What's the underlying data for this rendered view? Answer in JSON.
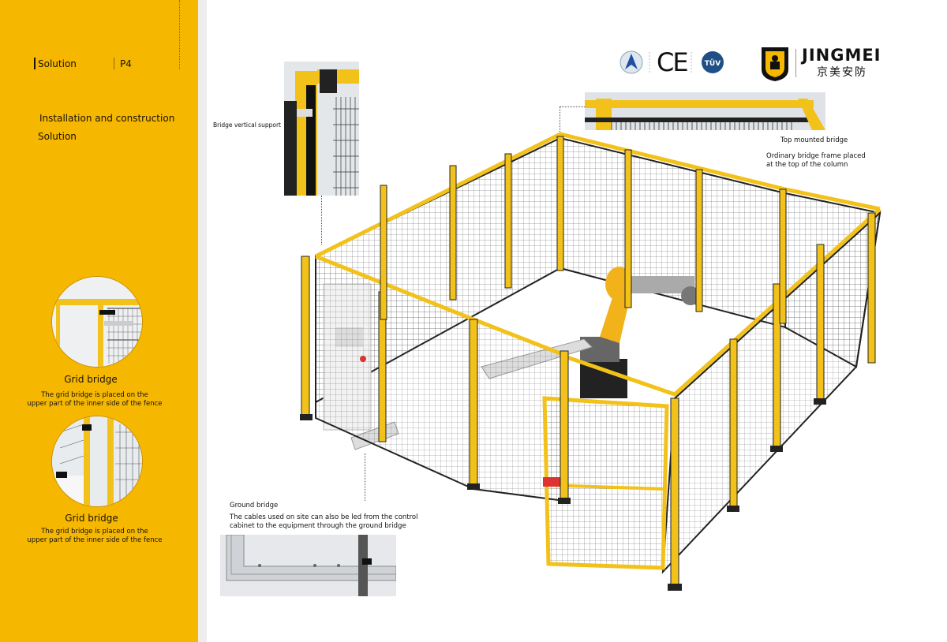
{
  "sidebar": {
    "section": "Solution",
    "page": "P4",
    "heading_line1": "Installation and construction",
    "heading_line2": "Solution",
    "items": [
      {
        "title": "Grid bridge",
        "desc_line1": "The grid bridge is placed on the",
        "desc_line2": "upper part of the inner side of the fence"
      },
      {
        "title": "Grid bridge",
        "desc_line1": "The grid bridge is placed on the",
        "desc_line2": "upper part of the inner side of the fence"
      }
    ]
  },
  "brand": {
    "name": "JINGMEI",
    "name_cn": "京美安防",
    "cert_ce": "CE",
    "cert_tuv": "TÜV"
  },
  "callouts": {
    "vertical_support": "Bridge vertical support",
    "top_bridge_title": "Top mounted bridge",
    "top_bridge_line1": "Ordinary bridge frame placed",
    "top_bridge_line2": "at the top of the column",
    "ground_title": "Ground bridge",
    "ground_line1": "The cables used on site can also be led from the control",
    "ground_line2": "cabinet to the equipment through the ground bridge"
  },
  "colors": {
    "brand_yellow": "#F6B700",
    "post_yellow": "#F2C21A",
    "frame_dark": "#222222"
  }
}
